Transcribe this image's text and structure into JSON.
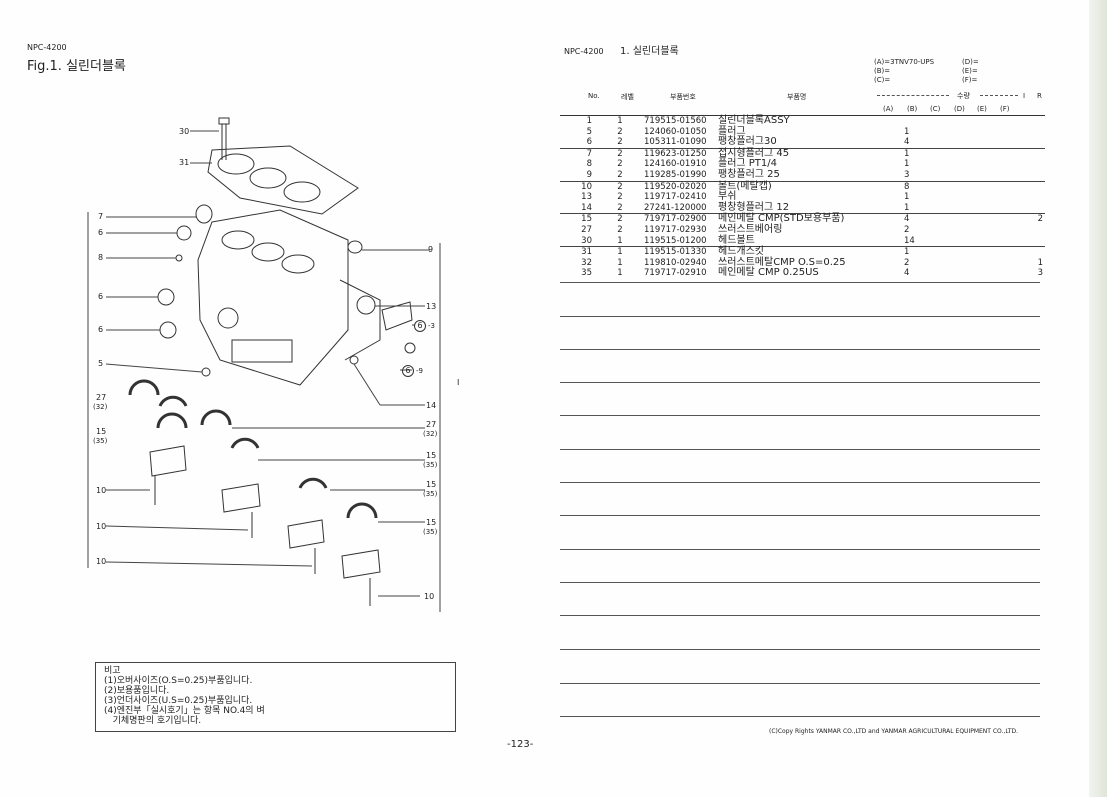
{
  "left": {
    "model": "NPC-4200",
    "fig_title": "Fig.1.   실린더블록",
    "notes": {
      "heading": "비고",
      "lines": [
        "(1)오버사이즈(O.S=0.25)부품입니다.",
        "(2)보용품입니다.",
        "(3)언더사이즈(U.S=0.25)부품입니다.",
        "(4)엔진부「실시호기」는 항목 NO.4의 벼",
        "   기체명판의 호기입니다."
      ]
    },
    "page_number": "-123-",
    "callouts": {
      "c30": "30",
      "c31": "31",
      "c7": "7",
      "c6a": "6",
      "c8": "8",
      "c6b": "6",
      "c6c": "6",
      "c5": "5",
      "c27a": "27",
      "c32a": "(32)",
      "c15a": "15",
      "c35a": "(35)",
      "c10a": "10",
      "c10b": "10",
      "c10c": "10",
      "c9": "9",
      "c13": "13",
      "c6_3": "6",
      "c6_3s": "-3",
      "c6_9": "6",
      "c6_9s": "-9",
      "c14": "14",
      "c27b": "27",
      "c32b": "(32)",
      "c15b": "15",
      "c35b": "(35)",
      "c15c": "15",
      "c35c": "(35)",
      "c15d": "15",
      "c35d": "(35)",
      "c10d": "10",
      "cI": "I"
    }
  },
  "right": {
    "model": "NPC-4200",
    "section_title": "1.  실린더블록",
    "variants": {
      "a": "(A)=3TNV70-UPS",
      "b": "(B)=",
      "c": "(C)=",
      "d": "(D)=",
      "e": "(E)=",
      "f": "(F)="
    },
    "columns": {
      "no": "No.",
      "level": "레벨",
      "part_no": "부품번호",
      "part_name": "부품명",
      "qty": "수량",
      "i": "I",
      "r": "R",
      "qa": "(A)",
      "qb": "(B)",
      "qc": "(C)",
      "qd": "(D)",
      "qe": "(E)",
      "qf": "(F)"
    },
    "rows": [
      {
        "no": "1",
        "lv": "1",
        "part_no": "719515-01560",
        "name": "실린더블록ASSY",
        "qty": "",
        "i": "",
        "r": ""
      },
      {
        "no": "5",
        "lv": "2",
        "part_no": "124060-01050",
        "name": "플러그",
        "qty": "1",
        "i": "",
        "r": ""
      },
      {
        "no": "6",
        "lv": "2",
        "part_no": "105311-01090",
        "name": "팽창플러그30",
        "qty": "4",
        "i": "",
        "r": ""
      },
      {
        "no": "7",
        "lv": "2",
        "part_no": "119623-01250",
        "name": "접시형플러그 45",
        "qty": "1",
        "i": "",
        "r": ""
      },
      {
        "no": "8",
        "lv": "2",
        "part_no": "124160-01910",
        "name": "플러그 PT1/4",
        "qty": "1",
        "i": "",
        "r": ""
      },
      {
        "no": "9",
        "lv": "2",
        "part_no": "119285-01990",
        "name": "팽창플러그 25",
        "qty": "3",
        "i": "",
        "r": ""
      },
      {
        "no": "10",
        "lv": "2",
        "part_no": "119520-02020",
        "name": "볼트(메탈캡)",
        "qty": "8",
        "i": "",
        "r": ""
      },
      {
        "no": "13",
        "lv": "2",
        "part_no": "119717-02410",
        "name": "부쉬",
        "qty": "1",
        "i": "",
        "r": ""
      },
      {
        "no": "14",
        "lv": "2",
        "part_no": "27241-120000",
        "name": "평창형플러그 12",
        "qty": "1",
        "i": "",
        "r": ""
      },
      {
        "no": "15",
        "lv": "2",
        "part_no": "719717-02900",
        "name": "메인메탈 CMP(STD보용부품)",
        "qty": "4",
        "i": "",
        "r": "2"
      },
      {
        "no": "27",
        "lv": "2",
        "part_no": "119717-02930",
        "name": "쓰러스트베어링",
        "qty": "2",
        "i": "",
        "r": ""
      },
      {
        "no": "30",
        "lv": "1",
        "part_no": "119515-01200",
        "name": "헤드볼트",
        "qty": "14",
        "i": "",
        "r": ""
      },
      {
        "no": "31",
        "lv": "1",
        "part_no": "119515-01330",
        "name": "헤드개스킷",
        "qty": "1",
        "i": "",
        "r": ""
      },
      {
        "no": "32",
        "lv": "1",
        "part_no": "119810-02940",
        "name": "쓰러스트메탈CMP O.S=0.25",
        "qty": "2",
        "i": "",
        "r": "1"
      },
      {
        "no": "35",
        "lv": "1",
        "part_no": "719717-02910",
        "name": "메인메탈 CMP 0.25US",
        "qty": "4",
        "i": "",
        "r": "3"
      }
    ],
    "copyright": "(C)Copy Rights  YANMAR CO.,LTD and YANMAR AGRICULTURAL EQUIPMENT CO.,LTD."
  }
}
